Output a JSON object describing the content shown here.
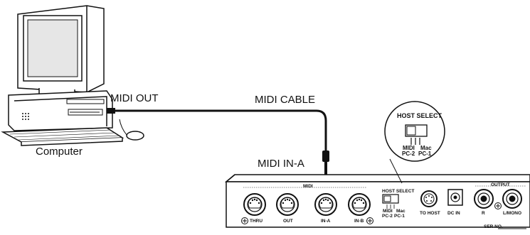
{
  "labels": {
    "computer": "Computer",
    "midi_out": "MIDI OUT",
    "midi_cable": "MIDI CABLE",
    "midi_in_a": "MIDI IN-A"
  },
  "callout": {
    "title": "HOST SELECT",
    "opt_midi": "MIDI",
    "opt_mac": "Mac",
    "opt_pc2": "PC-2",
    "opt_pc1": "PC-1"
  },
  "panel": {
    "midi_group": "MIDI",
    "thru": "THRU",
    "out": "OUT",
    "in_a": "IN-A",
    "in_b": "IN-B",
    "host_select": "HOST SELECT",
    "opt_midi": "MIDI",
    "opt_mac": "Mac",
    "opt_pc2": "PC-2",
    "opt_pc1": "PC-1",
    "to_host": "TO HOST",
    "dc_in": "DC IN",
    "output_group": "OUTPUT",
    "r": "R",
    "l_mono": "L/MONO",
    "ser_no": "SER NO."
  }
}
